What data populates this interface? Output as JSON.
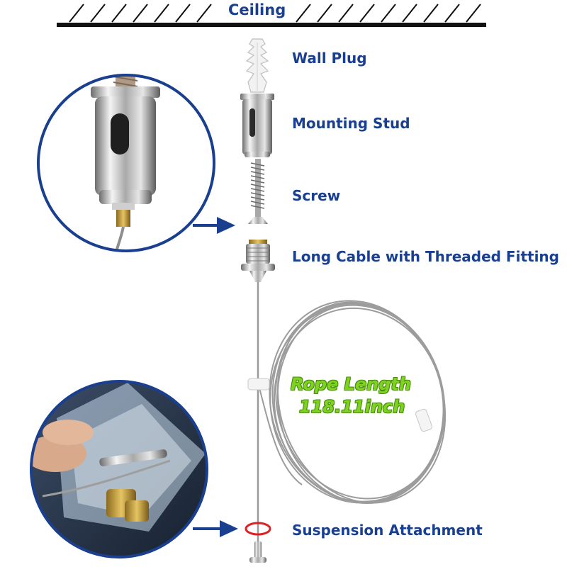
{
  "ceiling": {
    "label": "Ceiling"
  },
  "parts": [
    {
      "id": "wall-plug",
      "label": "Wall Plug"
    },
    {
      "id": "mounting-stud",
      "label": "Mounting Stud"
    },
    {
      "id": "screw",
      "label": "Screw"
    },
    {
      "id": "long-cable",
      "label": "Long Cable with Threaded Fitting"
    },
    {
      "id": "suspension-attachment",
      "label": "Suspension Attachment"
    }
  ],
  "rope": {
    "line1": "Rope Length",
    "line2": "118.11inch"
  },
  "colors": {
    "label_blue": "#1a3f8f",
    "rope_green": "#7ed321",
    "highlight_red": "#e02020",
    "circle_border": "#1a3f8f"
  }
}
